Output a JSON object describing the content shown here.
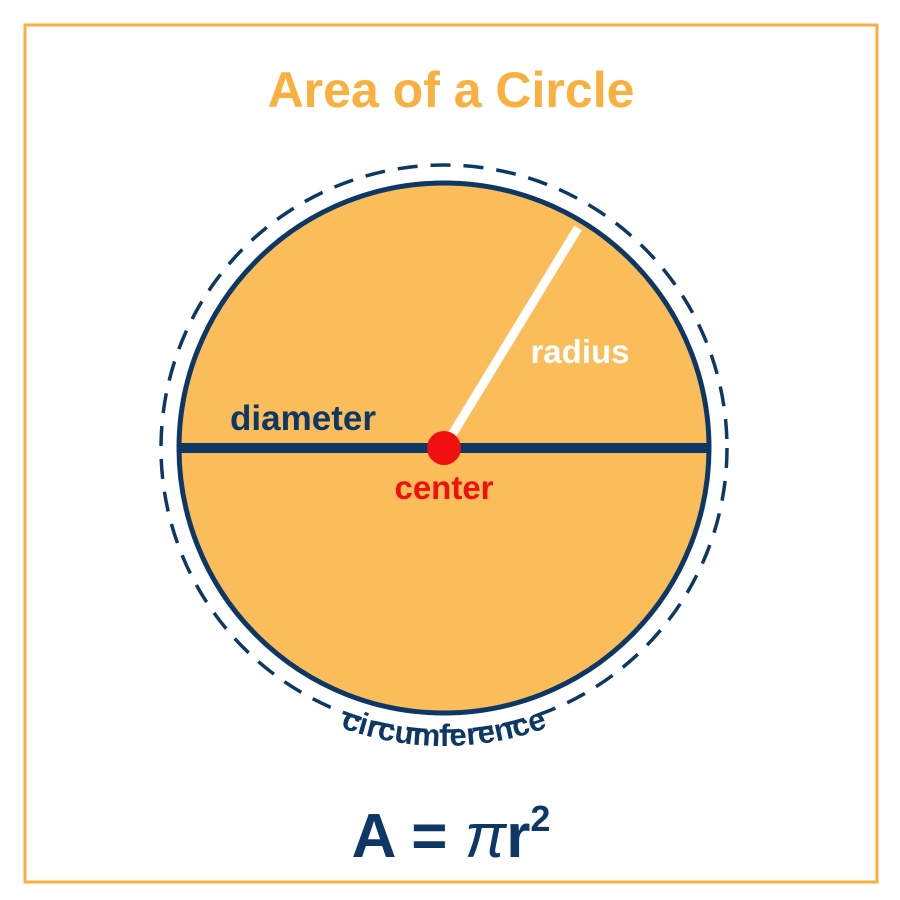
{
  "title": "Area of a Circle",
  "labels": {
    "radius": "radius",
    "diameter": "diameter",
    "center": "center",
    "circumference": "circumference"
  },
  "formula": {
    "lhs": "A = ",
    "pi": "π",
    "r": "r",
    "exponent": "2"
  },
  "colors": {
    "frame": "#F9B03F",
    "fill": "#FBBD59",
    "navy": "#0D3866",
    "center": "#F01010",
    "radius": "#FFFFFF"
  }
}
